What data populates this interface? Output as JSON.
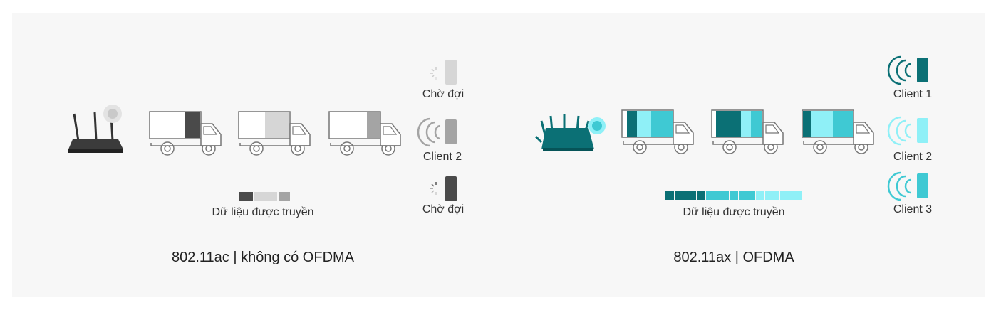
{
  "left": {
    "caption": "802.11ac | không có OFDMA",
    "data_label": "Dữ liệu được truyền",
    "clients": [
      "Chờ đợi",
      "Client 2",
      "Chờ đợi"
    ]
  },
  "right": {
    "caption": "802.11ax | OFDMA",
    "data_label": "Dữ liệu được truyền",
    "clients": [
      "Client 1",
      "Client 2",
      "Client 3"
    ]
  },
  "colors": {
    "dark_teal": "#0b7075",
    "mid_teal": "#3fc9d3",
    "light_teal": "#8ff0f7",
    "dark_gray": "#4a4a4a",
    "light_gray": "#d6d6d6",
    "mid_gray": "#a4a4a4",
    "divider": "#3aa6c0"
  }
}
